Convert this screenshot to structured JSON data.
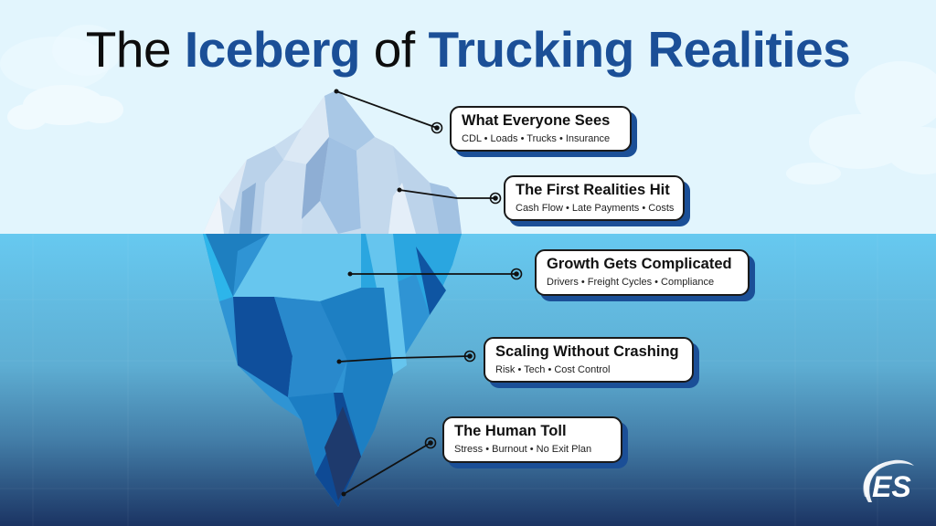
{
  "title": {
    "word1": "The",
    "word2": "Iceberg",
    "word3": "of",
    "word4": "Trucking Realities"
  },
  "colors": {
    "sky": "#e2f5fd",
    "water_top": "#66c8ee",
    "water_bottom": "#1c3866",
    "accent": "#1b4f97",
    "card_shadow": "#1b4f97"
  },
  "layers": [
    {
      "heading": "What Everyone Sees",
      "items": "CDL • Loads • Trucks • Insurance"
    },
    {
      "heading": "The First Realities Hit",
      "items": "Cash Flow • Late Payments • Costs"
    },
    {
      "heading": "Growth Gets Complicated",
      "items": "Drivers • Freight Cycles • Compliance"
    },
    {
      "heading": "Scaling Without Crashing",
      "items": "Risk • Tech • Cost Control"
    },
    {
      "heading": "The Human Toll",
      "items": "Stress • Burnout • No Exit Plan"
    }
  ],
  "logo": {
    "text": "ES",
    "icon": "es-logo-icon"
  }
}
